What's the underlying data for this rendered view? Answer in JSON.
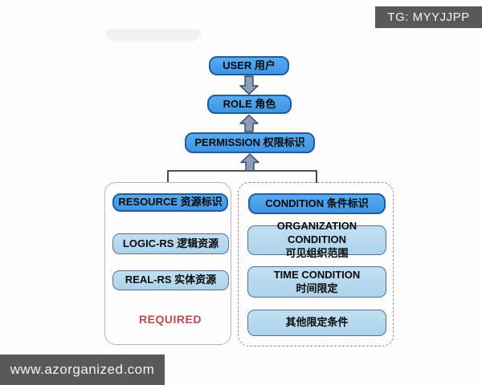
{
  "badges": {
    "telegram_label": "TG: MYYJJPP",
    "website_label": "www.azorganized.com"
  },
  "diagram": {
    "nodes": {
      "user": "USER 用户",
      "role": "ROLE 角色",
      "permission": "PERMISSION 权限标识",
      "resource": "RESOURCE 资源标识",
      "logic_rs": "LOGIC-RS 逻辑资源",
      "real_rs": "REAL-RS 实体资源",
      "required_note": "REQUIRED",
      "condition": "CONDITION 条件标识",
      "organization_condition": {
        "line1": "ORGANIZATION CONDITION",
        "line2": "可见组织范围"
      },
      "time_condition": {
        "line1": "TIME CONDITION",
        "line2": "时间限定"
      },
      "other_condition": "其他限定条件"
    },
    "edges": [
      {
        "from": "user",
        "to": "role",
        "arrow": "down"
      },
      {
        "from": "permission",
        "to": "role",
        "arrow": "up"
      },
      {
        "from": "resource-and-condition-groups",
        "to": "permission",
        "arrow": "up"
      }
    ]
  },
  "colors": {
    "primary_fill": "#3f95e4",
    "primary_border": "#1d5d9f",
    "light_fill": "#acd3ec",
    "light_border": "#597187",
    "arrow_fill": "#8c9cba",
    "arrow_border": "#3a4660",
    "required_red": "#b84a50",
    "badge_bg": "#595959",
    "badge_text": "#f2f2f2",
    "solid_container_border": "#bfb2b4",
    "dashed_container_border": "#8f8f8f"
  }
}
